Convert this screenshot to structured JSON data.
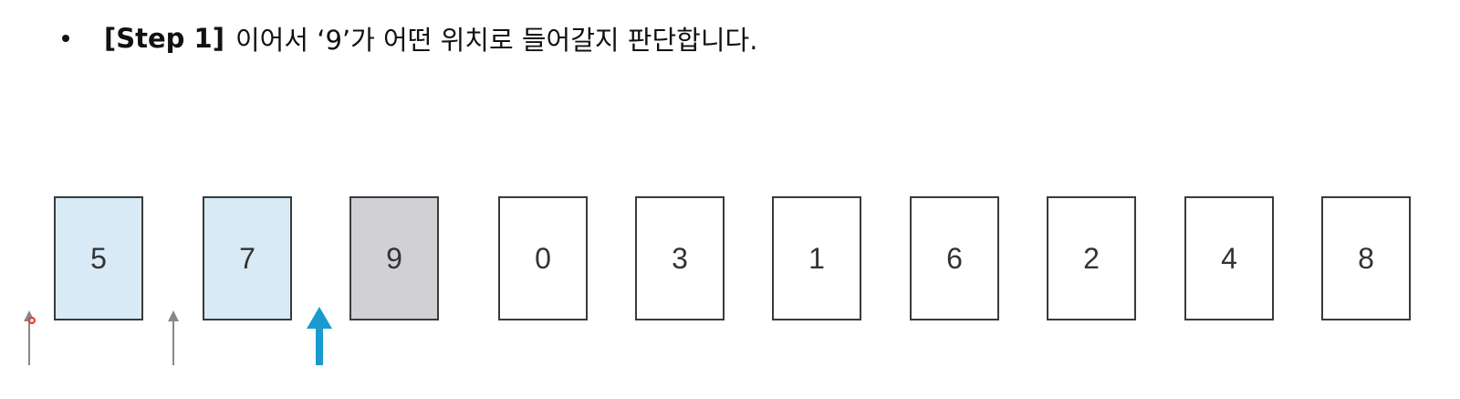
{
  "heading": {
    "step_label": "[Step 1]",
    "text": "이어서 ‘9’가 어떤 위치로 들어갈지 판단합니다."
  },
  "cards": [
    {
      "value": "5",
      "state": "sorted"
    },
    {
      "value": "7",
      "state": "sorted"
    },
    {
      "value": "9",
      "state": "current"
    },
    {
      "value": "0",
      "state": "unsorted"
    },
    {
      "value": "3",
      "state": "unsorted"
    },
    {
      "value": "1",
      "state": "unsorted"
    },
    {
      "value": "6",
      "state": "unsorted"
    },
    {
      "value": "2",
      "state": "unsorted"
    },
    {
      "value": "4",
      "state": "unsorted"
    },
    {
      "value": "8",
      "state": "unsorted"
    }
  ],
  "colors": {
    "sorted": "#d8eaf6",
    "current": "#d1d0d5",
    "unsorted": "#ffffff",
    "highlight_arrow": "#1a9bd0",
    "gap_arrow": "#888888"
  }
}
